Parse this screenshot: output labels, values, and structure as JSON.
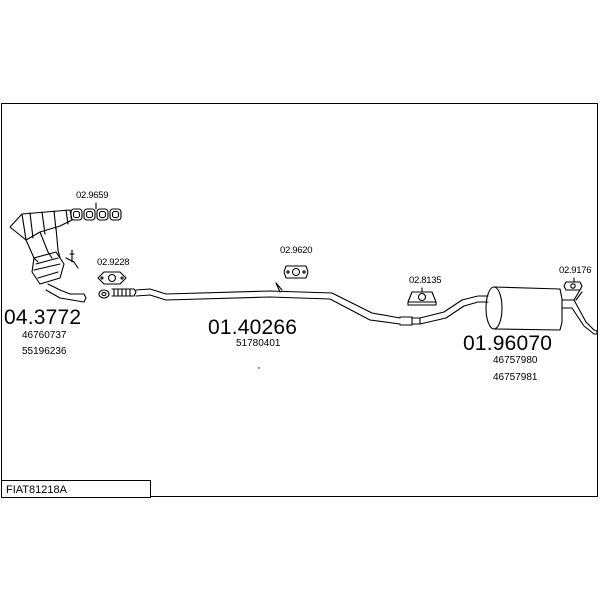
{
  "diagram": {
    "code": "FIAT81218A",
    "parts": [
      {
        "key": "manifold",
        "number": "04.3772",
        "refs": [
          "46760737",
          "55196236"
        ]
      },
      {
        "key": "mid",
        "number": "01.40266",
        "refs": [
          "51780401"
        ]
      },
      {
        "key": "rear",
        "number": "01.96070",
        "refs": [
          "46757980",
          "46757981"
        ]
      }
    ],
    "accessories": [
      {
        "key": "gasket-set",
        "number": "02.9659"
      },
      {
        "key": "flange-gasket",
        "number": "02.9228"
      },
      {
        "key": "mount-mid",
        "number": "02.9620"
      },
      {
        "key": "mount-rear",
        "number": "02.8135"
      },
      {
        "key": "mount-tail",
        "number": "02.9176"
      }
    ]
  }
}
